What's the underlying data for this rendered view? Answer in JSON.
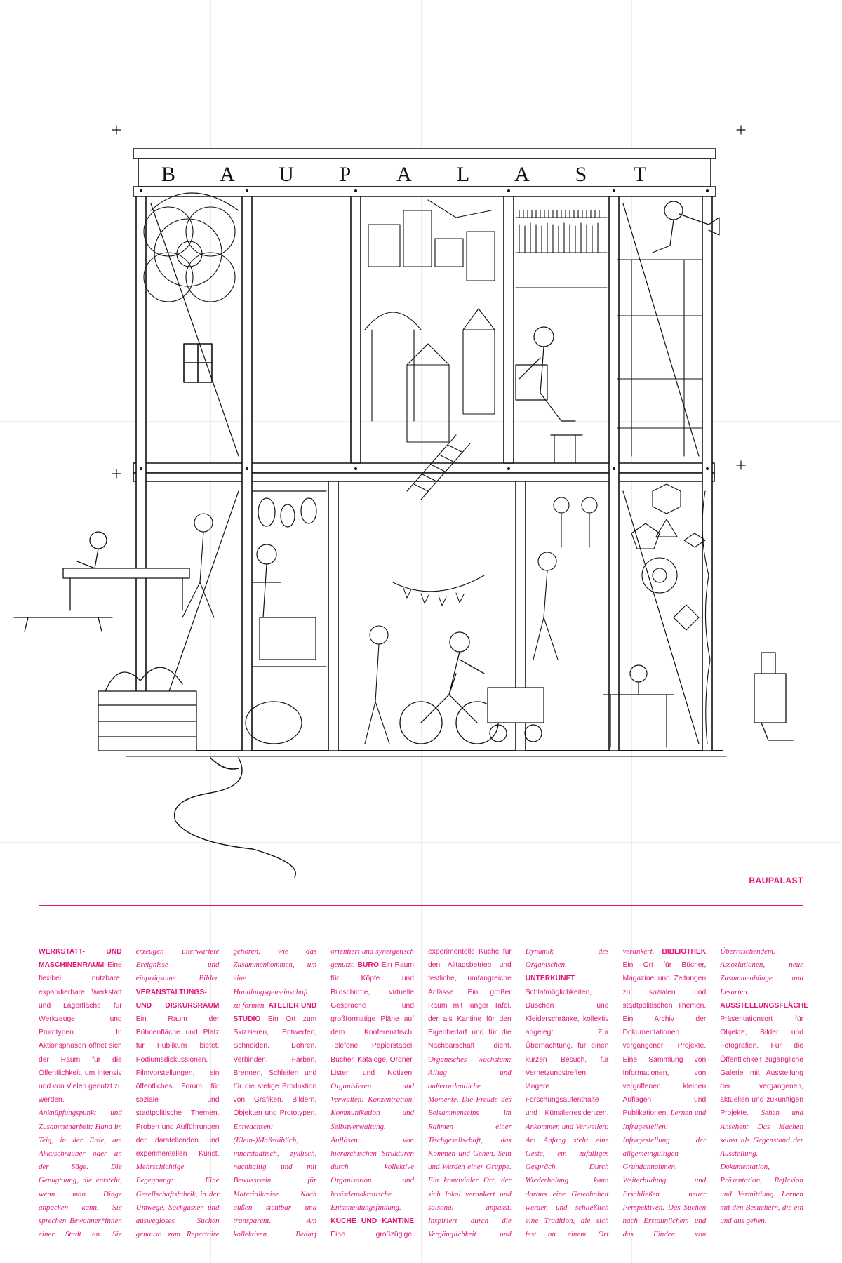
{
  "poster": {
    "sign_letters": [
      "B",
      "A",
      "U",
      "P",
      "A",
      "L",
      "A",
      "S",
      "T"
    ],
    "brand_label": "BAUPALAST",
    "accent_color": "#e3157a"
  },
  "text_blocks": [
    {
      "style": "head",
      "text": "WERKSTATT- UND MASCHINENRAUM"
    },
    {
      "style": "body",
      "text": "Eine flexibel nutzbare, expandierbare Werkstatt und Lagerfläche für Werkzeuge und Prototypen. In Aktionsphasen öffnet sich der Raum für die Öffentlichkeit, um intensiv und von Vielen genutzt zu werden."
    },
    {
      "style": "it",
      "text": "Anknüpfungspunkt und Zusammenarbeit: Hand im Teig, in der Erde, am Akkuschrauber oder an der Säge. Die Genugtuung, die entsteht, wenn man Dinge anpacken kann. Sie sprechen Bewohner*innen einer Stadt an. Sie erzeugen unerwartete Ereignisse und einprägsame Bilder."
    },
    {
      "style": "head",
      "text": "VERANSTALTUNGS- UND DISKURSRAUM"
    },
    {
      "style": "body",
      "text": "Ein Raum der Bühnenfläche und Platz für Publikum bietet. Podiumsdiskussionen, Filmvorstellungen, ein öffentliches Forum für soziale und stadtpolitische Themen. Proben und Aufführungen der darstellenden und experimentellen Kunst."
    },
    {
      "style": "it",
      "text": "Mehrschichtige Begegnung: Eine Gesellschaftsfabrik, in der Umwege, Sackgassen und ausweglosеs Suchen genauso zum Repertoire gehören, wie das Zusammenkommen, um eine Handlungsgemeinschaft zu formen."
    },
    {
      "style": "head",
      "text": "ATELIER UND STUDIO"
    },
    {
      "style": "body",
      "text": "Ein Ort zum Skizzieren, Entwerfen, Schneiden, Bohren, Verbinden, Färben, Brennen, Schleifen und für die stetige Produktion von Grafiken, Bildern, Objekten und Prototypen."
    },
    {
      "style": "it",
      "text": "Entwachsen: (Klein-)Maßstäblich, innerstädtisch, zyklisch, nachhaltig und mit Bewusstsein für Materialkreise. Nach außen sichtbar und transparent. Am kollektiven Bedarf orientiert und synergetisch genutzt."
    },
    {
      "style": "head",
      "text": "BÜRO"
    },
    {
      "style": "body",
      "text": "Ein Raum für Köpfe und Bildschirme, virtuelle Gespräche und großformatige Pläne auf dem Konferenztisch. Telefone, Papierstapel, Bücher, Kataloge, Ordner, Listen und Notizen."
    },
    {
      "style": "it",
      "text": "Organisieren und Verwalten: Konzentration, Kommunikation und Selbstverwaltung. Auflösen von hierarchischen Strukturen durch kollektive Organisation und basisdemokratische Entscheidungsfindung."
    },
    {
      "style": "head",
      "text": "KÜCHE UND KANTINE"
    },
    {
      "style": "body",
      "text": "Eine großzügige, experimentelle Küche für den Alltagsbetrieb und festliche, umfangreiche Anlässe. Ein großer Raum mit langer Tafel, der als Kantine für den Eigenbedarf und für die Nachbarschaft dient."
    },
    {
      "style": "it",
      "text": "Organisches Wachstum: Alltag und außerordentliche Momente. Die Freude des Beisammenseins im Rahmen einer Tischgesellschaft, das Kommen und Gehen, Sein und Werden einer Gruppe. Ein konvivialer Ort, der sich lokal verankert und saisonal anpasst. Inspiriert durch die Vergänglichkeit und Dynamik des Organischen."
    },
    {
      "style": "head",
      "text": "UNTERKUNFT"
    },
    {
      "style": "body",
      "text": "Schlafmöglichkeiten, Duschen und Kleiderschränke, kollektiv angelegt. Zur Übernachtung, für einen kurzen Besuch, für Vernetzungstreffen, längere Forschungsaufenthalte und Künstlerresidenzen."
    },
    {
      "style": "it",
      "text": "Ankommen und Verweilen: Am Anfang steht eine Geste, ein zufälliges Gespräch. Durch Wiederholung kann daraus eine Gewohnheit werden und schließlich eine Tradition, die sich fest an einem Ort verankert."
    },
    {
      "style": "head",
      "text": "BIBLIOTHEK"
    },
    {
      "style": "body",
      "text": "Ein Ort für Bücher, Magazine und Zeitungen zu sozialen und stadtpolitischen Themen. Ein Archiv der Dokumentationen vergangener Projekte. Eine Sammlung von Informationen, von vergriffenen, kleinen Auflagen und Publikationen."
    },
    {
      "style": "it",
      "text": "Lernen und Infragestellen: Infragestellung der allgemeingültigen Grundannahmen. Weiterbildung und Erschließen neuer Perspektiven. Das Suchen nach Erstaunlichem und das Finden von Überraschendem. Assoziationen, neue Zusammenhänge und Lesarten."
    },
    {
      "style": "head",
      "text": "AUSSTELLUNGSFLÄCHE"
    },
    {
      "style": "body",
      "text": "Präsentationsort für Objekte, Bilder und Fotografien. Für die Öffentlichkeit zugängliche Galerie mit Ausstellung der vergangenen, aktuellen und zukünftigen Projekte."
    },
    {
      "style": "it",
      "text": "Sehen und Ansehen: Das Machen selbst als Gegenstand der Ausstellung. Dokumentation, Präsentation, Reflexion und Vermittlung. Lernen mit den Besuchern, die ein und aus gehen."
    }
  ]
}
